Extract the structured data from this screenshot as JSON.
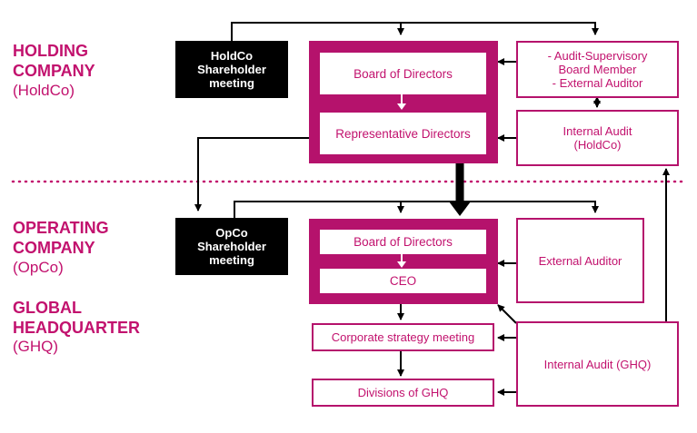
{
  "sections": {
    "holdco": {
      "title_line1": "HOLDING",
      "title_line2": "COMPANY",
      "sub": "(HoldCo)"
    },
    "opco": {
      "title_line1": "OPERATING",
      "title_line2": "COMPANY",
      "sub": "(OpCo)"
    },
    "ghq": {
      "title_line1": "GLOBAL",
      "title_line2": "HEADQUARTER",
      "sub": "(GHQ)"
    }
  },
  "holdco": {
    "shareholder": {
      "line1": "HoldCo",
      "line2": "Shareholder",
      "line3": "meeting"
    },
    "board": "Board of Directors",
    "rep_directors": "Representative Directors",
    "audit_supervisory": {
      "line1": "- Audit-Supervisory",
      "line2": "Board Member",
      "line3": "- External Auditor"
    },
    "internal_audit": {
      "line1": "Internal Audit",
      "line2": "(HoldCo)"
    }
  },
  "opco": {
    "shareholder": {
      "line1": "OpCo",
      "line2": "Shareholder",
      "line3": "meeting"
    },
    "board": "Board of Directors",
    "ceo": "CEO",
    "external_auditor": "External Auditor"
  },
  "ghq": {
    "strategy_meeting": "Corporate strategy meeting",
    "divisions": "Divisions of GHQ",
    "internal_audit": "Internal Audit (GHQ)"
  },
  "colors": {
    "accent": "#b5126c",
    "text_accent": "#c2126e",
    "dark": "#000000"
  }
}
